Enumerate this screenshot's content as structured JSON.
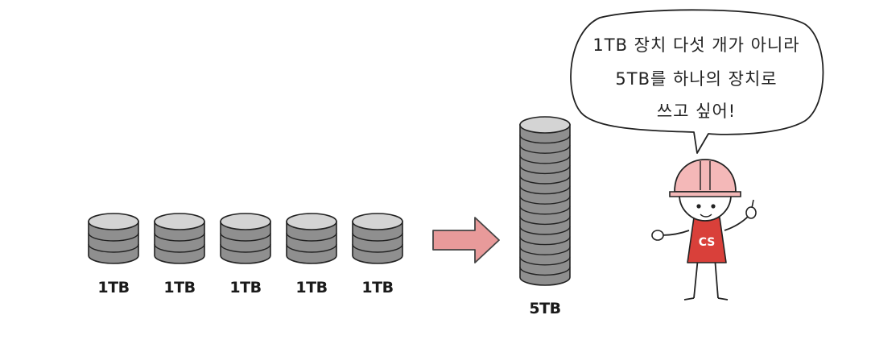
{
  "small_disks": [
    {
      "label": "1TB"
    },
    {
      "label": "1TB"
    },
    {
      "label": "1TB"
    },
    {
      "label": "1TB"
    },
    {
      "label": "1TB"
    }
  ],
  "big_disk": {
    "label": "5TB"
  },
  "speech_bubble": {
    "lines": [
      "1TB 장치 다섯 개가 아니라",
      "5TB를 하나의 장치로",
      "쓰고 싶어!"
    ]
  },
  "character": {
    "shirt_text": "CS"
  },
  "colors": {
    "disk_top": "#d4d4d4",
    "disk_body": "#8f8f8f",
    "arrow": "#e89a9a",
    "helmet": "#f4b8b8",
    "shirt": "#d9403a"
  }
}
